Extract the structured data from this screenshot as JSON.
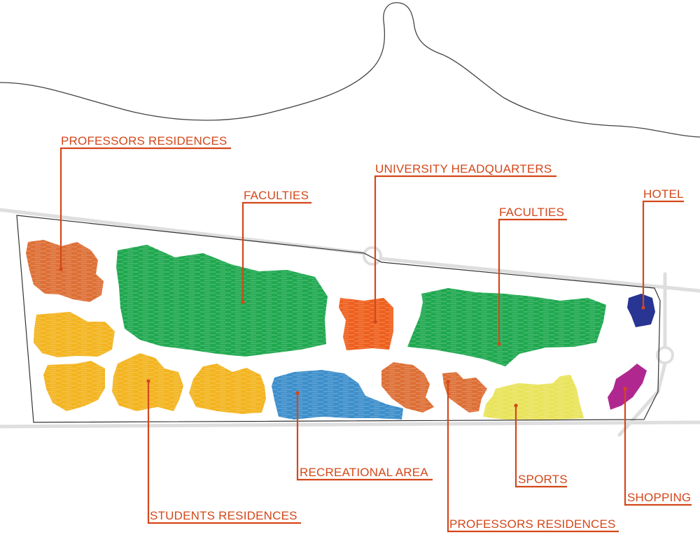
{
  "colors": {
    "label": "#d4471a",
    "professors": "#dd6f35",
    "faculties": "#1fa84f",
    "students": "#f3b41f",
    "headquarters": "#ee5f1d",
    "recreational": "#3d8fcb",
    "sports": "#e9e35a",
    "hotel": "#283593",
    "shopping": "#b0288f"
  },
  "labels": {
    "professors_top": "PROFESSORS RESIDENCES",
    "faculties_1": "FACULTIES",
    "headquarters": "UNIVERSITY HEADQUARTERS",
    "faculties_2": "FACULTIES",
    "hotel": "HOTEL",
    "recreational": "RECREATIONAL AREA",
    "sports": "SPORTS",
    "shopping": "SHOPPING",
    "students": "STUDENTS RESIDENCES",
    "professors_bottom": "PROFESSORS RESIDENCES"
  }
}
